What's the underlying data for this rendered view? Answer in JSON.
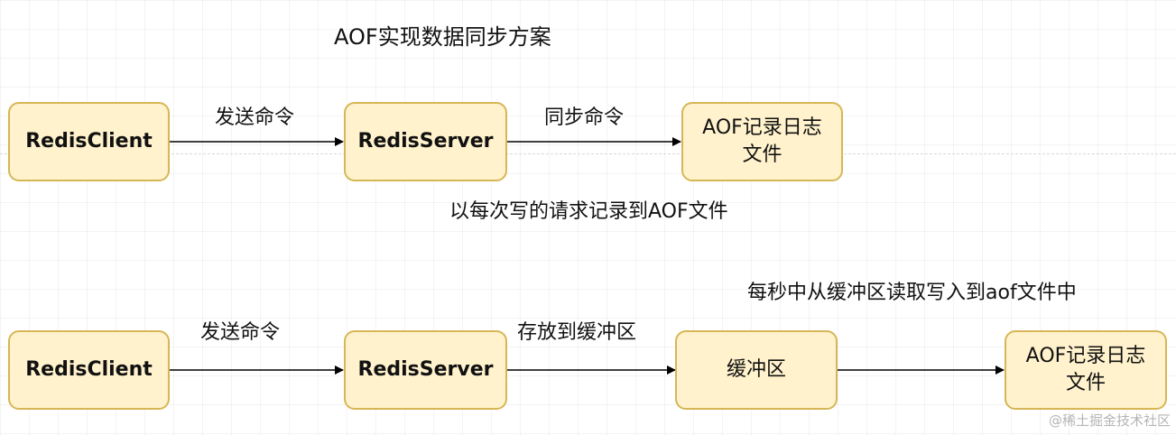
{
  "title": "AOF实现数据同步方案",
  "row1": {
    "client": "RedisClient",
    "server": "RedisServer",
    "file_line1": "AOF记录日志",
    "file_line2": "文件",
    "edge_send": "发送命令",
    "edge_sync": "同步命令",
    "note": "以每次写的请求记录到AOF文件"
  },
  "row2": {
    "client": "RedisClient",
    "server": "RedisServer",
    "buffer": "缓冲区",
    "file_line1": "AOF记录日志",
    "file_line2": "文件",
    "edge_send": "发送命令",
    "edge_store": "存放到缓冲区",
    "note": "每秒中从缓冲区读取写入到aof文件中"
  },
  "watermark": "@稀土掘金技术社区",
  "colors": {
    "node_fill": "#fff2cc",
    "node_stroke": "#d6b656",
    "edge": "#000000"
  }
}
